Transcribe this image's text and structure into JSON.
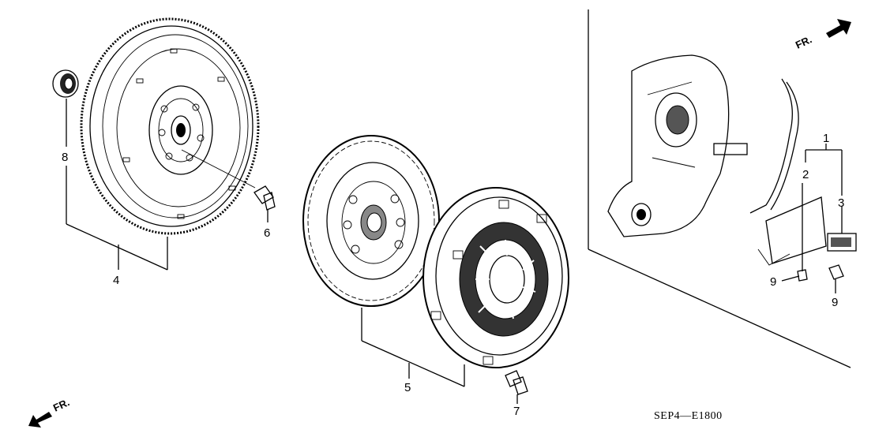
{
  "diagram": {
    "code": "SEP4—E1800",
    "front_label_top": "FR.",
    "front_label_bottom": "FR."
  },
  "callouts": [
    {
      "id": "1",
      "label": "1"
    },
    {
      "id": "2",
      "label": "2"
    },
    {
      "id": "3",
      "label": "3"
    },
    {
      "id": "4",
      "label": "4"
    },
    {
      "id": "5",
      "label": "5"
    },
    {
      "id": "6",
      "label": "6"
    },
    {
      "id": "7",
      "label": "7"
    },
    {
      "id": "8",
      "label": "8"
    },
    {
      "id": "9a",
      "label": "9"
    },
    {
      "id": "9b",
      "label": "9"
    }
  ]
}
